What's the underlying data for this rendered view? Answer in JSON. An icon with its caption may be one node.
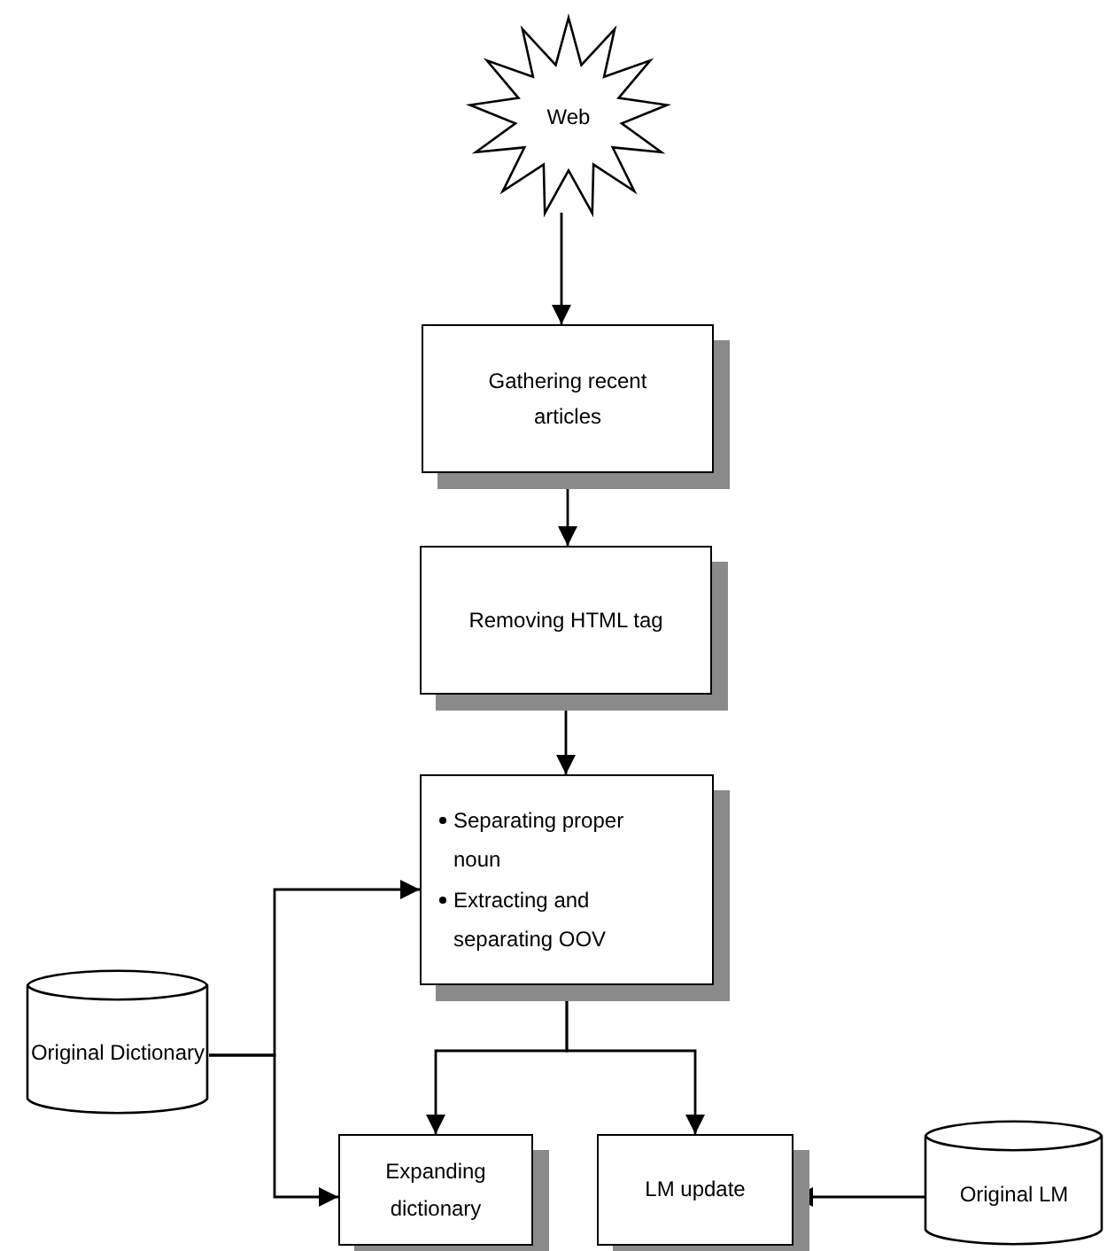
{
  "diagram": {
    "nodes": [
      {
        "text": [
          "Web"
        ]
      },
      {
        "text": [
          "Gathering recent articles"
        ]
      },
      {
        "text": [
          "Removing HTML tag"
        ]
      },
      {
        "text": [
          "Separating proper noun",
          "Extracting and separating OOV"
        ]
      },
      {
        "text": [
          "Original Dictionary"
        ]
      },
      {
        "text": [
          "Expanding dictionary"
        ]
      },
      {
        "text": [
          "LM update"
        ]
      },
      {
        "text": [
          "Original LM"
        ]
      }
    ],
    "edges": [
      {
        "from": 0,
        "to": 1,
        "arrow": "to"
      },
      {
        "from": 1,
        "to": 2,
        "arrow": "to"
      },
      {
        "from": 2,
        "to": 3,
        "arrow": "to"
      },
      {
        "from": 4,
        "to": 3,
        "arrow": "to"
      },
      {
        "from": 4,
        "to": 5,
        "arrow": "to"
      },
      {
        "from": 3,
        "to": 5,
        "arrow": "to"
      },
      {
        "from": 3,
        "to": 6,
        "arrow": "to"
      },
      {
        "from": 7,
        "to": 6,
        "arrow": "to"
      }
    ]
  }
}
